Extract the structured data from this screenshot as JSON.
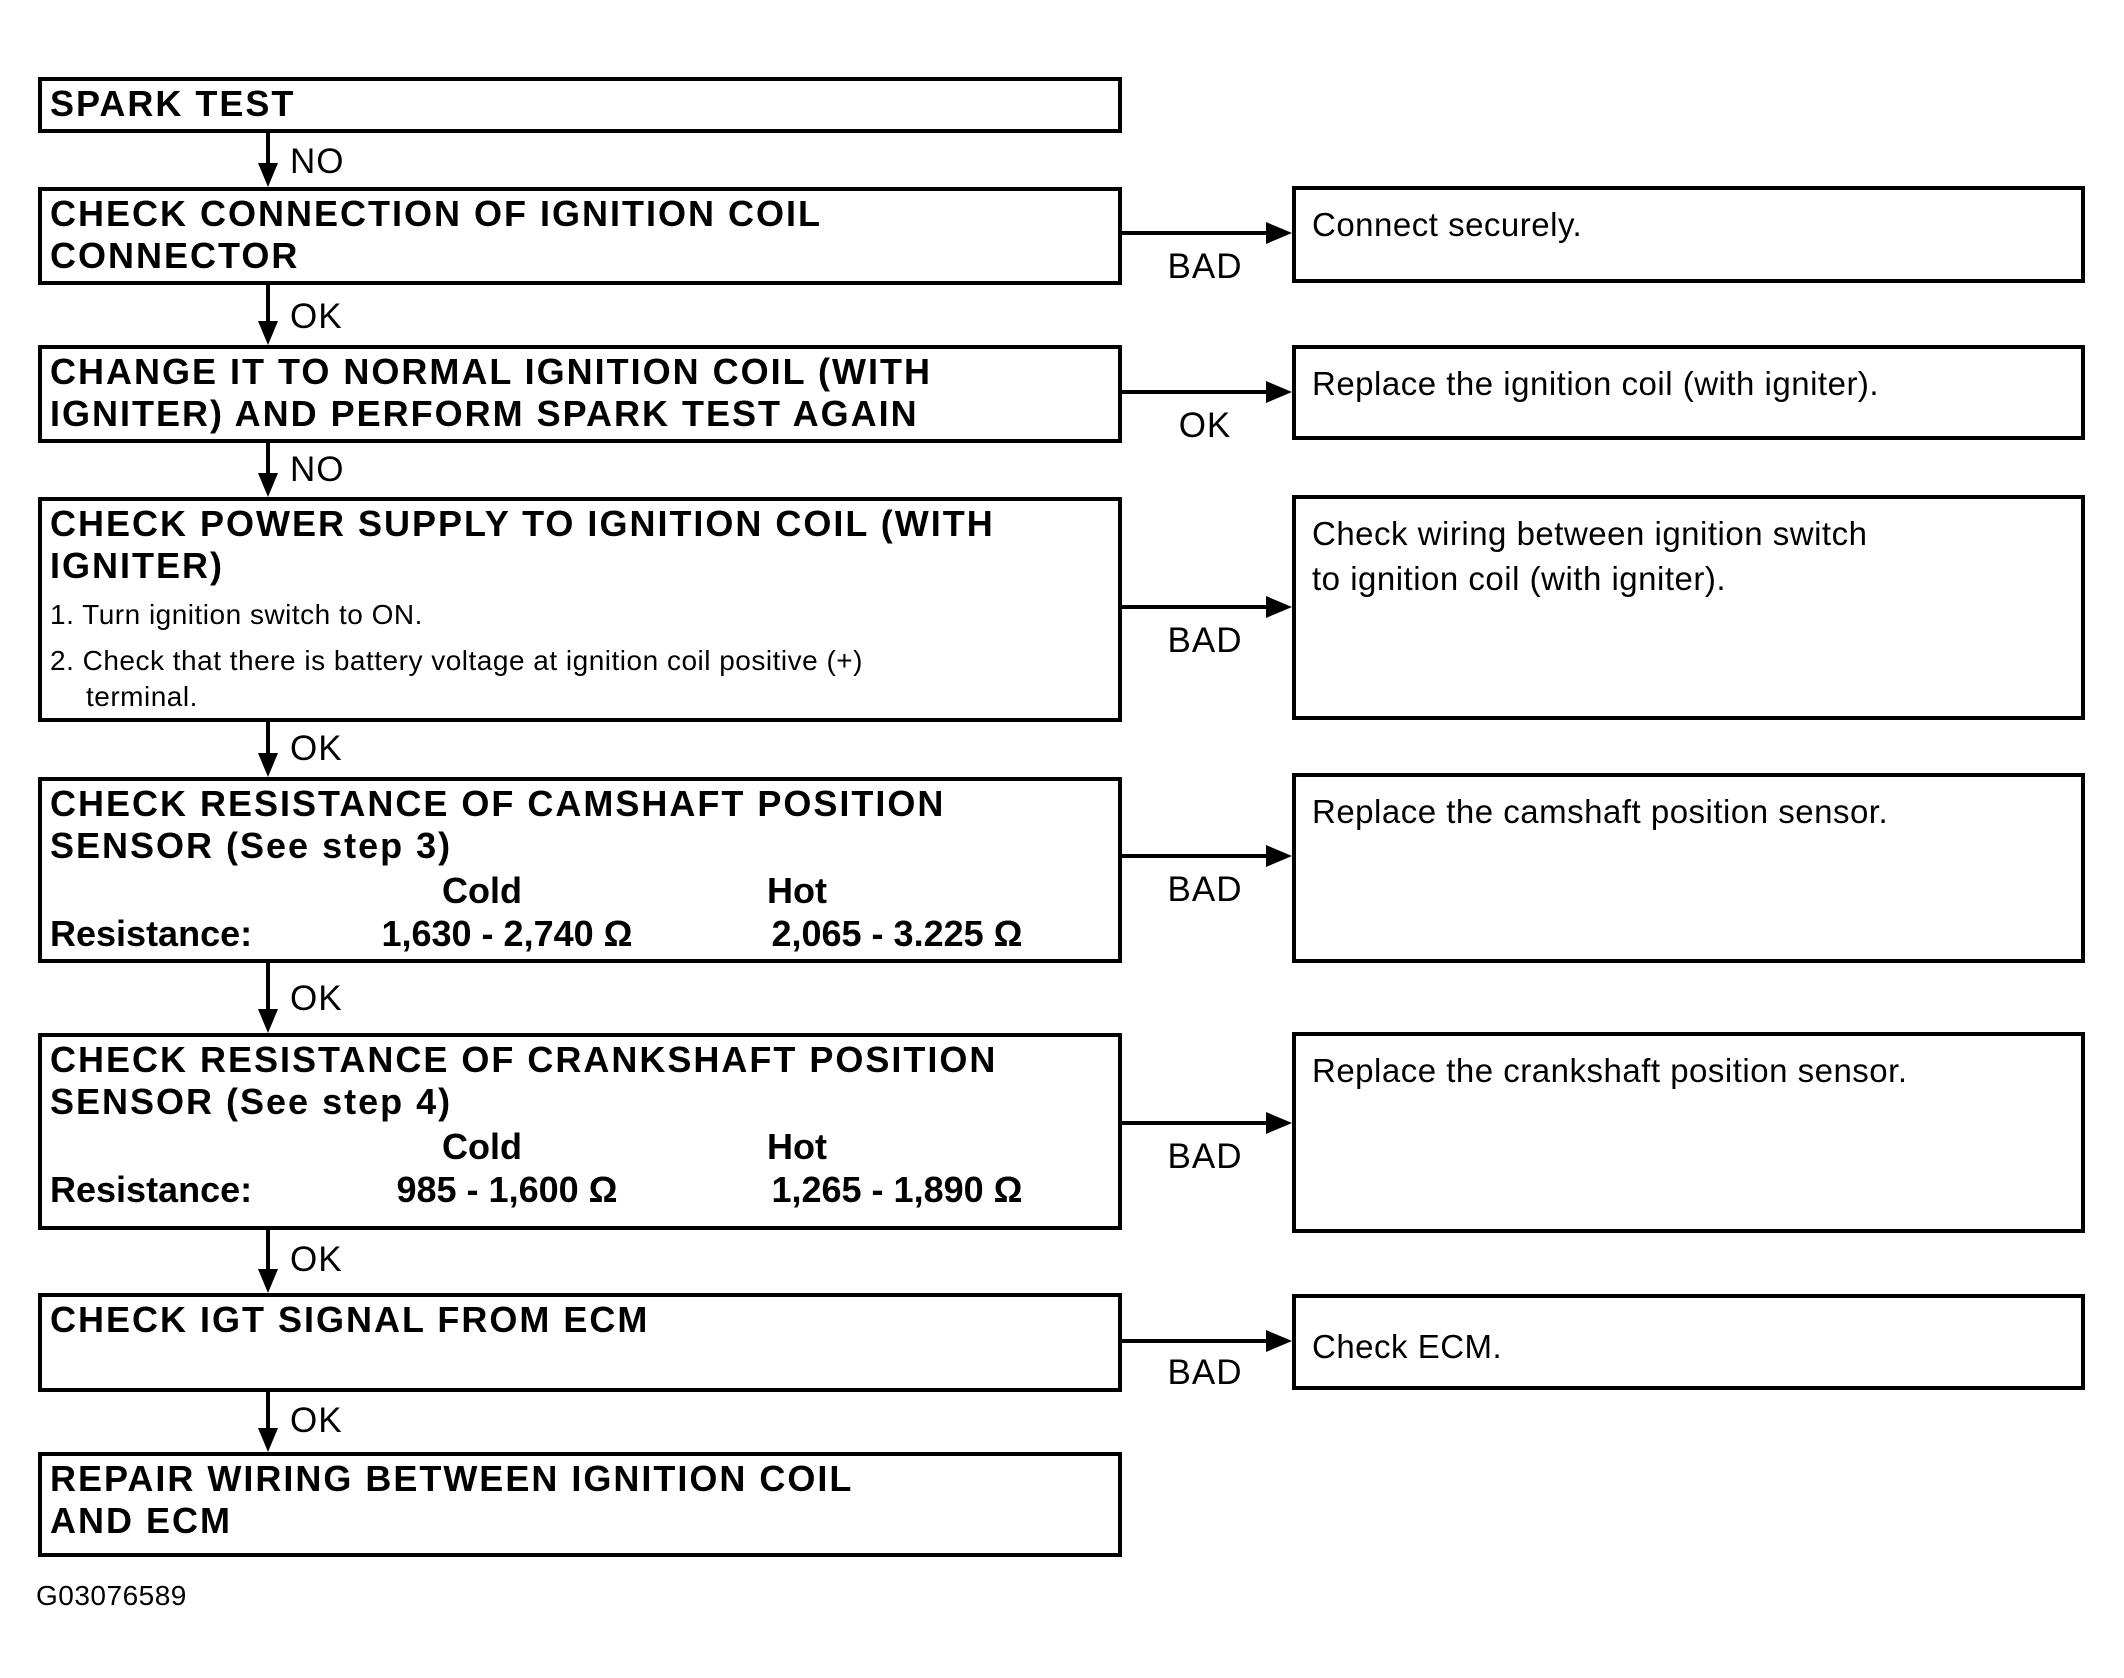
{
  "diagram": {
    "figure_id": "G03076589",
    "colors": {
      "line": "#000000",
      "background": "#ffffff",
      "text": "#000000"
    },
    "left_nodes": [
      {
        "lines": [
          "SPARK TEST"
        ]
      },
      {
        "lines": [
          "CHECK CONNECTION OF IGNITION COIL",
          "CONNECTOR"
        ]
      },
      {
        "lines": [
          "CHANGE IT TO NORMAL IGNITION COIL (WITH",
          "IGNITER) AND PERFORM SPARK TEST AGAIN"
        ]
      },
      {
        "lines": [
          "CHECK POWER SUPPLY TO IGNITION COIL (WITH",
          "IGNITER)"
        ],
        "steps": [
          "1. Turn ignition switch to ON.",
          "2. Check that there is battery voltage at ignition coil positive (+)",
          "terminal."
        ]
      },
      {
        "lines": [
          "CHECK RESISTANCE OF CAMSHAFT POSITION",
          "SENSOR (See step 3)"
        ],
        "resistance": {
          "cold_header": "Cold",
          "hot_header": "Hot",
          "label": "Resistance:",
          "cold": "1,630 - 2,740 Ω",
          "hot": "2,065 - 3.225 Ω"
        }
      },
      {
        "lines": [
          "CHECK RESISTANCE OF CRANKSHAFT POSITION",
          "SENSOR (See step 4)"
        ],
        "resistance": {
          "cold_header": "Cold",
          "hot_header": "Hot",
          "label": "Resistance:",
          "cold": "985 - 1,600 Ω",
          "hot": "1,265 - 1,890 Ω"
        }
      },
      {
        "lines": [
          "CHECK IGT SIGNAL FROM ECM"
        ]
      },
      {
        "lines": [
          "REPAIR WIRING BETWEEN IGNITION COIL",
          "AND ECM"
        ]
      }
    ],
    "right_nodes": [
      {
        "lines": [
          "Connect securely."
        ]
      },
      {
        "lines": [
          "Replace the ignition coil (with igniter)."
        ]
      },
      {
        "lines": [
          "Check wiring between ignition switch",
          "to ignition coil (with igniter)."
        ]
      },
      {
        "lines": [
          "Replace the camshaft position sensor."
        ]
      },
      {
        "lines": [
          "Replace the crankshaft position sensor."
        ]
      },
      {
        "lines": [
          "Check ECM."
        ]
      }
    ],
    "down_arrow_labels": [
      "NO",
      "OK",
      "NO",
      "OK",
      "OK",
      "OK",
      "OK"
    ],
    "branch_arrow_labels": [
      "BAD",
      "OK",
      "BAD",
      "BAD",
      "BAD",
      "BAD"
    ]
  }
}
